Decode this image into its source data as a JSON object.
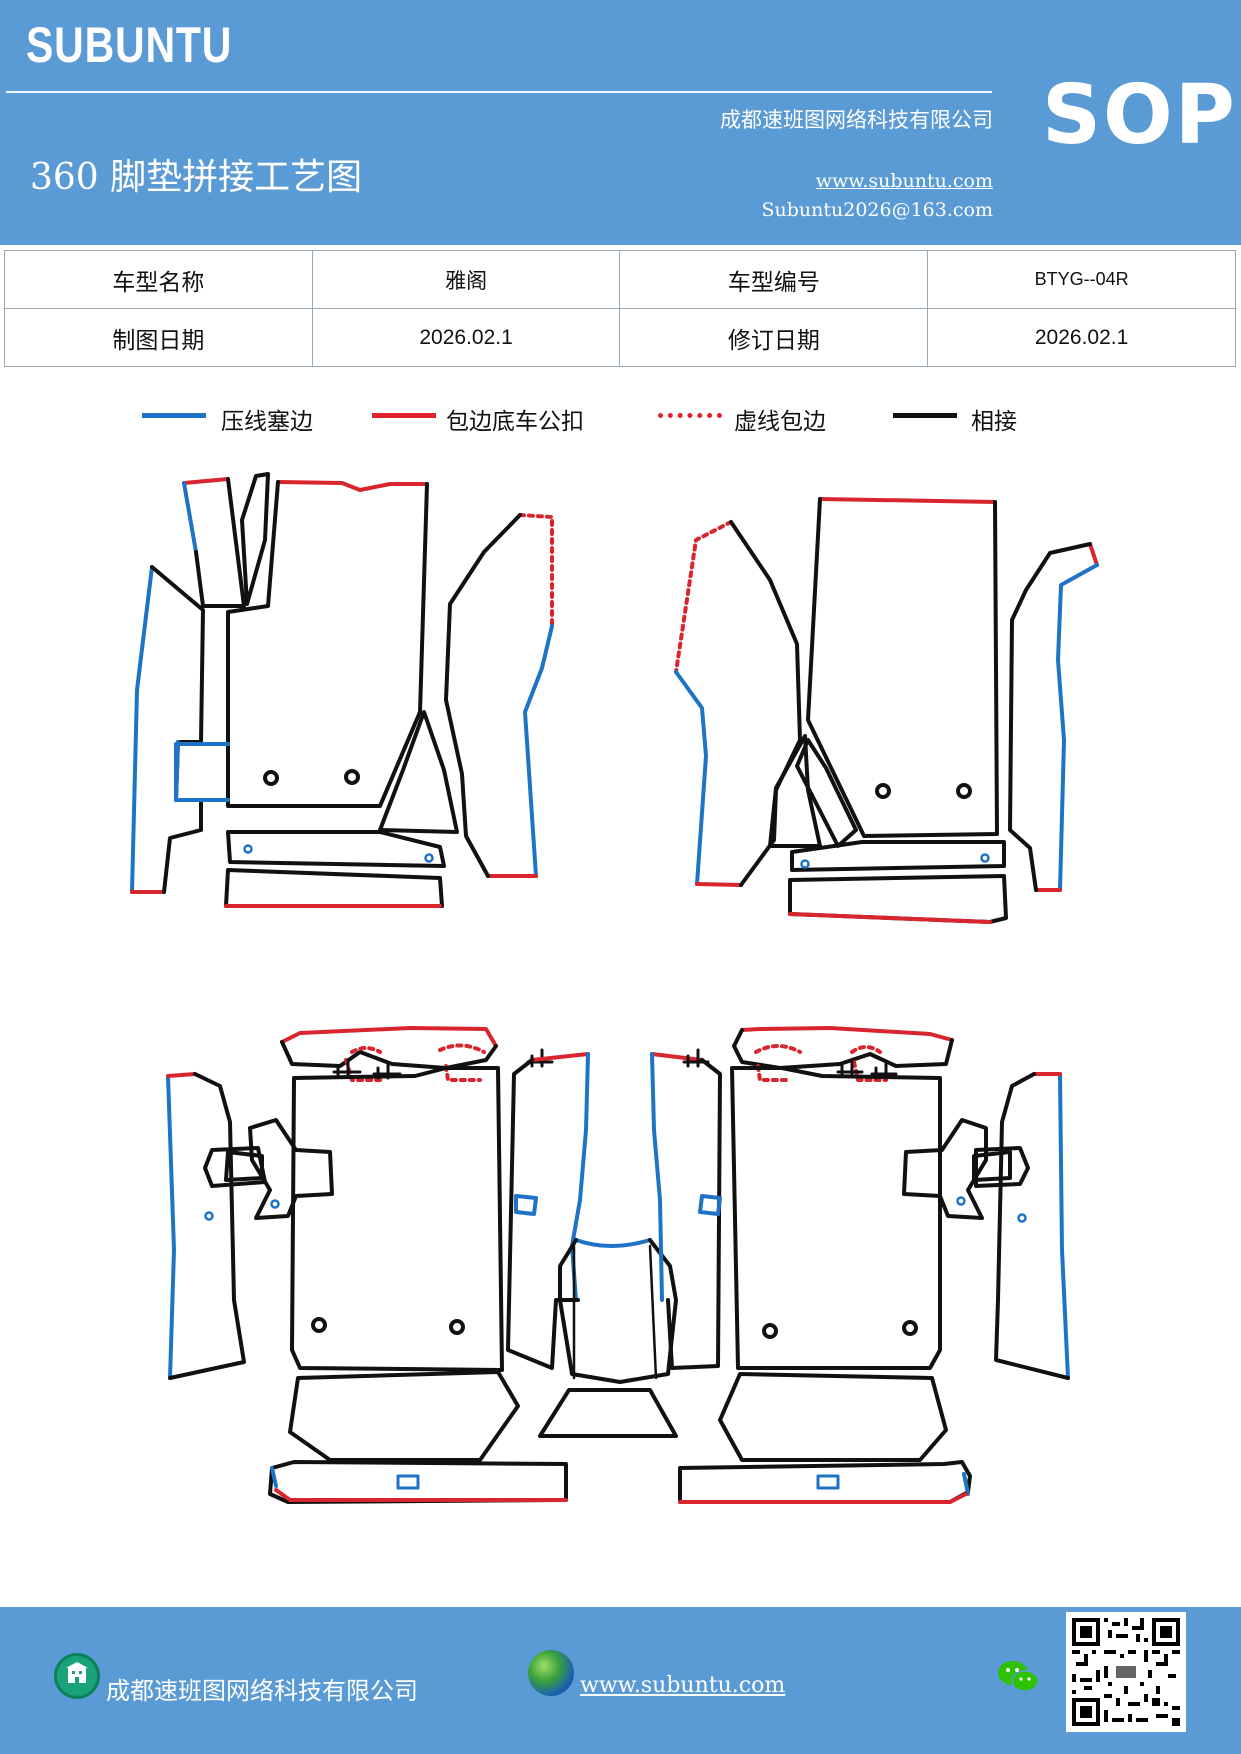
{
  "header": {
    "brand": "SUBUNTU",
    "company": "成都速班图网络科技有限公司",
    "title": "360 脚垫拼接工艺图",
    "url": "www.subuntu.com",
    "email": "Subuntu2026@163.com",
    "badge": "SOP"
  },
  "info": {
    "model_name_label": "车型名称",
    "model_name_value": "雅阁",
    "model_code_label": "车型编号",
    "model_code_value": "BTYG--04R",
    "draw_date_label": "制图日期",
    "draw_date_value": "2026.02.1",
    "revise_date_label": "修订日期",
    "revise_date_value": "2026.02.1"
  },
  "legend": [
    {
      "label": "压线塞边",
      "color": "#1e73c6",
      "style": "solid"
    },
    {
      "label": "包边底车公扣",
      "color": "#e2222a",
      "style": "solid"
    },
    {
      "label": "虚线包边",
      "color": "#e2222a",
      "style": "dotted"
    },
    {
      "label": "相接",
      "color": "#111111",
      "style": "solid"
    }
  ],
  "colors": {
    "header_bg": "#5b9bd5",
    "blue_edge": "#1e73c6",
    "red_edge": "#d9262e",
    "black_edge": "#111111"
  },
  "footer": {
    "company": "成都速班图网络科技有限公司",
    "url": "www.subuntu.com",
    "icons": [
      "building-icon",
      "globe-icon",
      "wechat-icon",
      "qr-code"
    ]
  }
}
